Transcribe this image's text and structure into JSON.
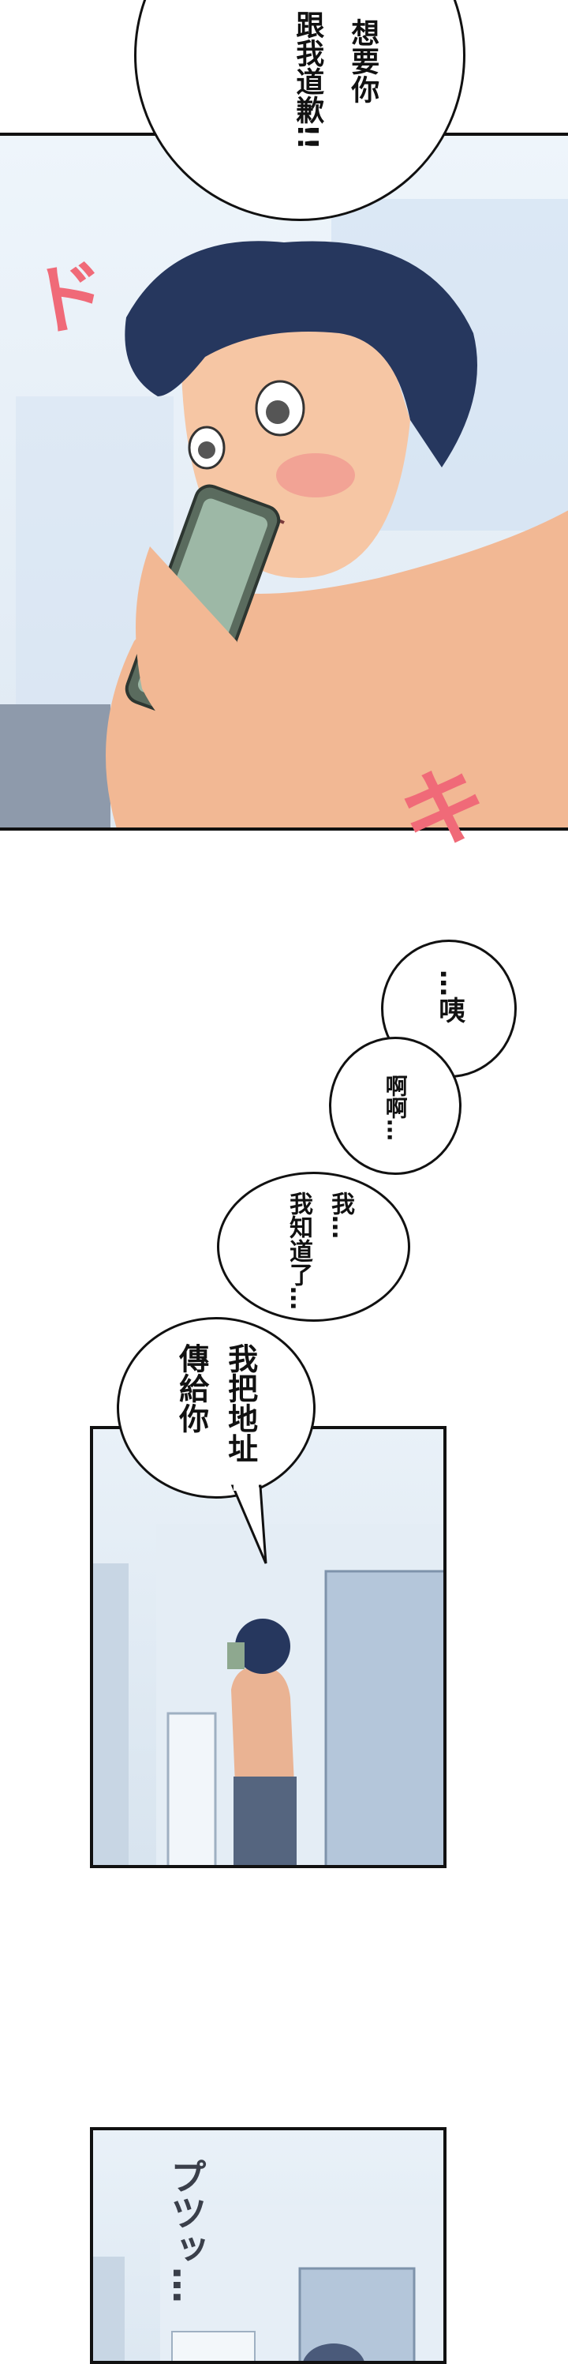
{
  "panels": [
    {
      "id": "phone-call-closeup",
      "bubble": {
        "lines": [
          "想要你",
          "跟我道歉!!"
        ]
      },
      "sfx": [
        {
          "text": "ド",
          "color": "#f06a78"
        },
        {
          "text": "キ",
          "color": "#f06a78"
        }
      ]
    },
    {
      "id": "standing-by-door"
    },
    {
      "id": "hang-up",
      "sfx": {
        "text": "プツッ…",
        "color": "#3a3f4a"
      }
    }
  ],
  "gutter_bubbles": [
    {
      "lines": [
        "…咦"
      ]
    },
    {
      "lines": [
        "啊啊…"
      ]
    },
    {
      "lines": [
        "我…",
        "我知道了…"
      ]
    },
    {
      "lines": [
        "我把地址",
        "傳給你"
      ]
    }
  ],
  "colors": {
    "skin": "#f2b894",
    "hair": "#26375e",
    "sky": "#e6f0f8",
    "sfx_pink": "#f06a78"
  }
}
